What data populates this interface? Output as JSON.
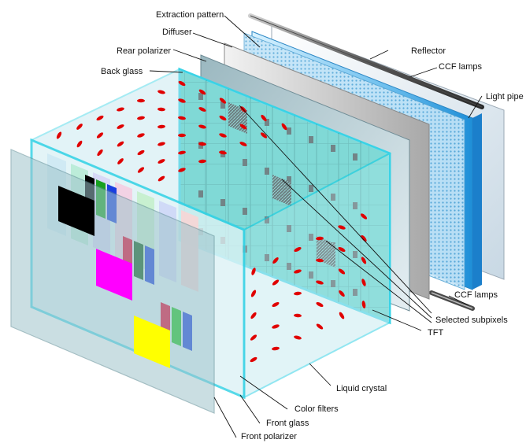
{
  "labels": {
    "extraction_pattern": "Extraction pattern",
    "diffuser": "Diffuser",
    "rear_polarizer": "Rear polarizer",
    "back_glass": "Back glass",
    "reflector": "Reflector",
    "ccf_lamps_top": "CCF lamps",
    "light_pipe": "Light pipe",
    "ccf_lamps_bottom": "CCF lamps",
    "selected_subpixels": "Selected subpixels",
    "tft": "TFT",
    "liquid_crystal": "Liquid crystal",
    "color_filters": "Color filters",
    "front_glass": "Front glass",
    "front_polarizer": "Front polarizer"
  },
  "colors": {
    "glass_edge": "#39d3e6",
    "tft_panel": "#4ccfc3",
    "liquid_crystal": "#e00000",
    "pixel_black": "#000000",
    "pixel_magenta": "#ff00ff",
    "pixel_yellow": "#ffff00",
    "filter_red": "#e8002a",
    "filter_green": "#18c41e",
    "filter_blue": "#1a3fe0",
    "lamp": "#606060"
  }
}
